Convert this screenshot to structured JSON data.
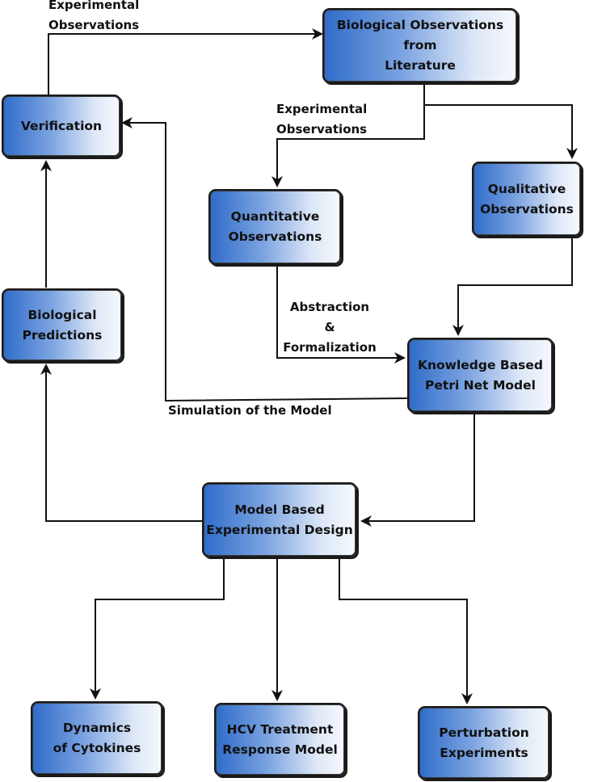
{
  "nodes": {
    "literature": "Biological Observations\nfrom\nLiterature",
    "verification": "Verification",
    "qualitative": "Qualitative\nObservations",
    "quantitative": "Quantitative\nObservations",
    "predictions": "Biological\nPredictions",
    "petri_net": "Knowledge Based\nPetri Net Model",
    "design": "Model Based\nExperimental Design",
    "cytokines": "Dynamics\nof Cytokines",
    "hcv": "HCV Treatment\nResponse Model",
    "perturbation": "Perturbation\nExperiments"
  },
  "edge_labels": {
    "top_experimental": "Experimental\nObservations",
    "mid_experimental": "Experimental\nObservations",
    "abstraction": "Abstraction\n&\nFormalization",
    "simulation": "Simulation of the Model"
  },
  "colors": {
    "box_gradient_start": "#2f6cc9",
    "box_gradient_end": "#f6f9fd",
    "stroke": "#111111"
  }
}
